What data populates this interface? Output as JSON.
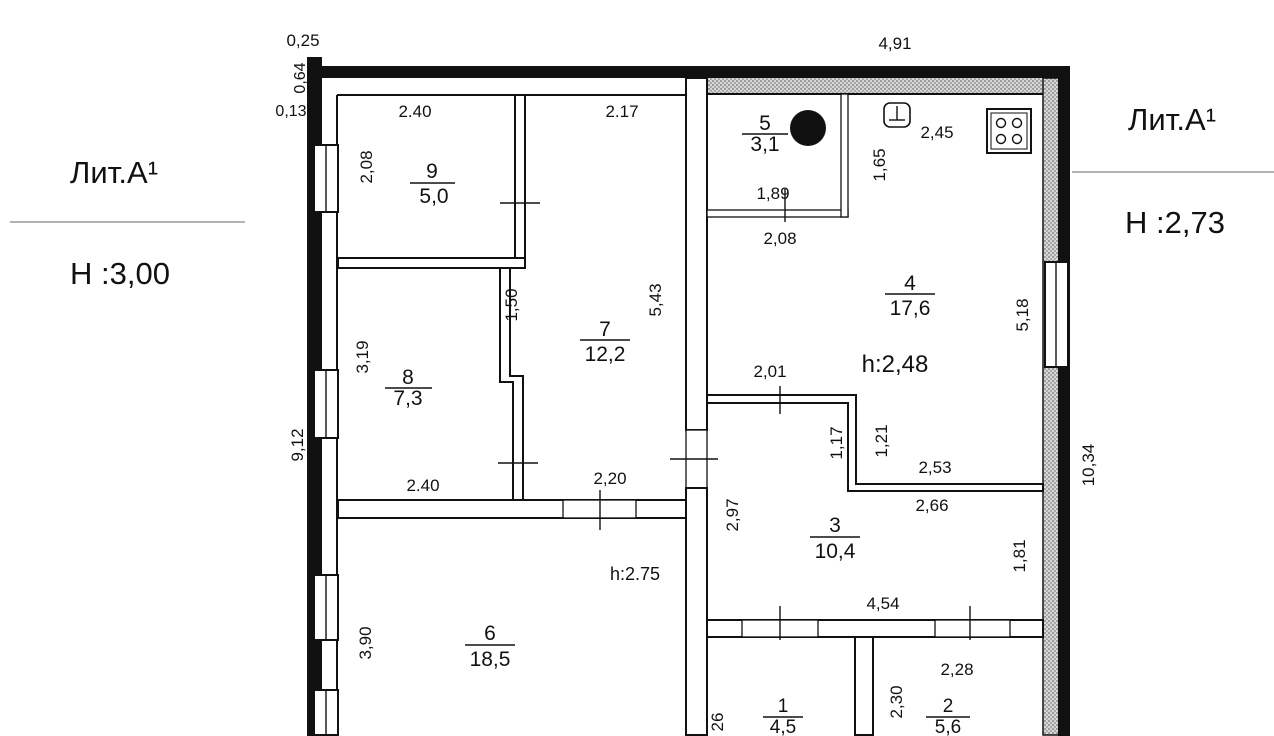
{
  "title_blocks": {
    "left": {
      "lit": "Лит.А¹",
      "height": "Н :3,00"
    },
    "right": {
      "lit": "Лит.А¹",
      "height": "Н :2,73"
    }
  },
  "rooms": [
    {
      "number": "9",
      "area": "5,0"
    },
    {
      "number": "7",
      "area": "12,2"
    },
    {
      "number": "8",
      "area": "7,3"
    },
    {
      "number": "5",
      "area": "3,1"
    },
    {
      "number": "4",
      "area": "17,6"
    },
    {
      "number": "3",
      "area": "10,4"
    },
    {
      "number": "6",
      "area": "18,5"
    },
    {
      "number": "1",
      "area": "4,5"
    },
    {
      "number": "2",
      "area": "5,6"
    }
  ],
  "ceiling_heights": {
    "room_4": "h:2,48",
    "room_6": "h:2.75"
  },
  "dimensions": {
    "corner_top": "0,25",
    "corner_side": "0,64",
    "corner_inner": "0,13",
    "overall_top": "4,91",
    "overall_left": "9,12",
    "overall_right": "10,34",
    "room9_top": "2.40",
    "room9_side": "2,08",
    "room7_top": "2.17",
    "room7_side": "5,43",
    "room7_step": "1,50",
    "room8_side": "3,19",
    "room8_bottom": "2.40",
    "room7_bottom": "2,20",
    "room5_inner": "1,89",
    "room5_outer": "2,08",
    "room4_step": "1,65",
    "room4_top": "2,45",
    "room4_side": "5,18",
    "room3_top": "2,01",
    "room3_notch": "1,17",
    "room4_notch": "1,21",
    "room4_bottom": "2,53",
    "room3_top_right": "2,66",
    "room3_side": "2,97",
    "room3_right": "1,81",
    "room3_bottom": "4,54",
    "room6_side": "3,90",
    "room1_side": "26",
    "room2_top": "2,28",
    "room2_side": "2,30"
  },
  "fixtures": {
    "riser": "riser-icon",
    "sink": "sink-icon",
    "stove": "stove-icon"
  },
  "colors": {
    "ink": "#111111",
    "insulation_fill": "#d6d6d6",
    "paper": "#ffffff"
  }
}
